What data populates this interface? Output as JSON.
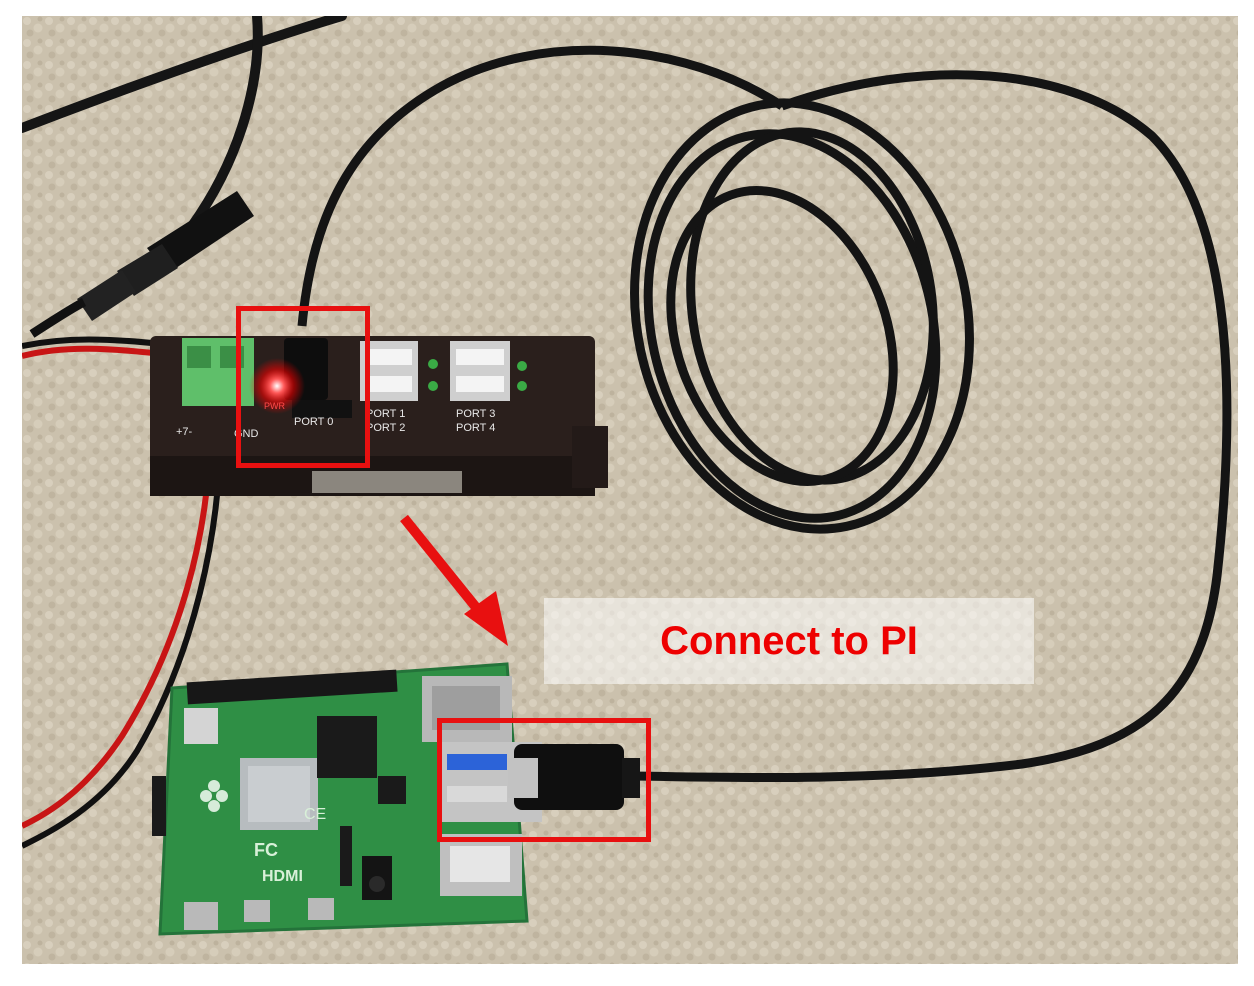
{
  "caption": "Connect to PI",
  "hub_labels": {
    "pwr": "PWR",
    "port0": "PORT 0",
    "port1": "PORT 1",
    "port2": "PORT 2",
    "port3": "PORT 3",
    "port4": "PORT 4",
    "vin": "+7-",
    "gnd": "GND"
  },
  "pi_labels": {
    "hdmi": "HDMI",
    "ce": "CE",
    "fc": "FC"
  },
  "colors": {
    "highlight": "#e81010",
    "caption_text": "#ee0000",
    "carpet": "#cbc1ad",
    "hub_body": "#2a1f1c",
    "pi_board": "#2f8f45",
    "cable": "#141414"
  }
}
